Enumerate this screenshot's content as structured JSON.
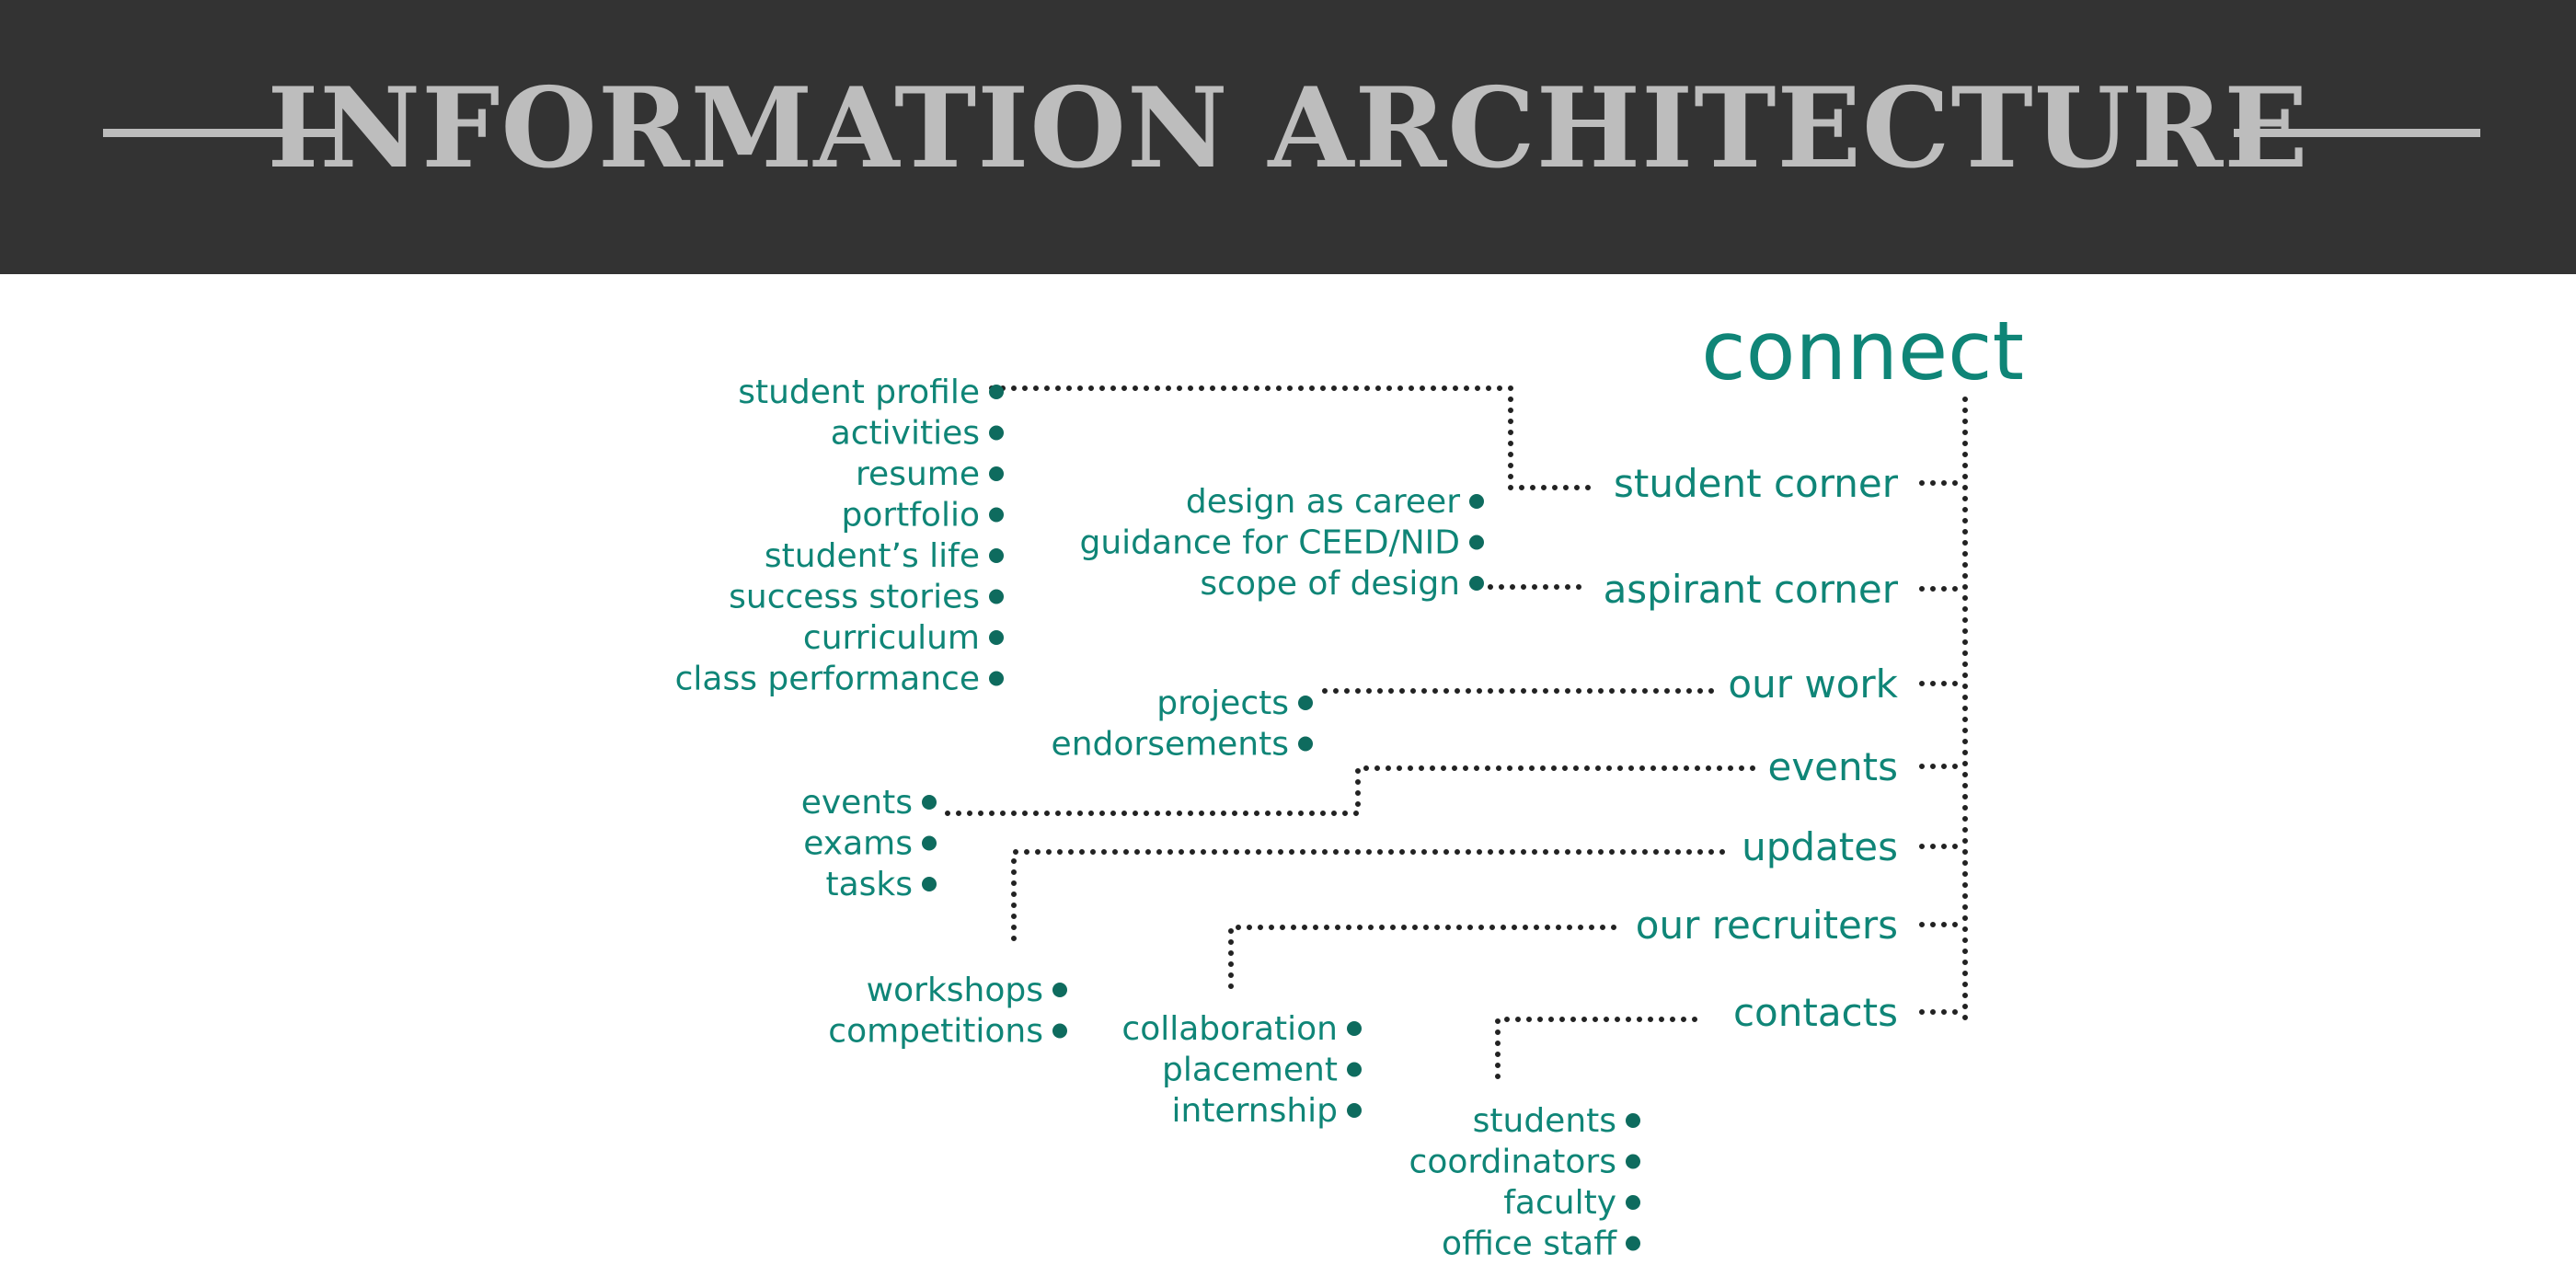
{
  "header": {
    "title": "INFORMATION ARCHITECTURE"
  },
  "colors": {
    "banner": "#333333",
    "title": "#bdbdbd",
    "teal": "#0f8577",
    "bullet": "#0e6b5e",
    "connector": "#222222"
  },
  "root": "connect",
  "branches": [
    {
      "label": "student corner",
      "children": [
        "student profile",
        "activities",
        "resume",
        "portfolio",
        "student’s life",
        "success stories",
        "curriculum",
        "class performance"
      ]
    },
    {
      "label": "aspirant corner",
      "children": [
        "design as career",
        "guidance for CEED/NID",
        "scope of design"
      ]
    },
    {
      "label": "our work",
      "children": [
        "projects",
        "endorsements"
      ]
    },
    {
      "label": "events",
      "children": [
        "events",
        "exams",
        "tasks"
      ]
    },
    {
      "label": "updates",
      "children": [
        "workshops",
        "competitions"
      ]
    },
    {
      "label": "our recruiters",
      "children": [
        "collaboration",
        "placement",
        "internship"
      ]
    },
    {
      "label": "contacts",
      "children": [
        "students",
        "coordinators",
        "faculty",
        "office staff"
      ]
    }
  ]
}
